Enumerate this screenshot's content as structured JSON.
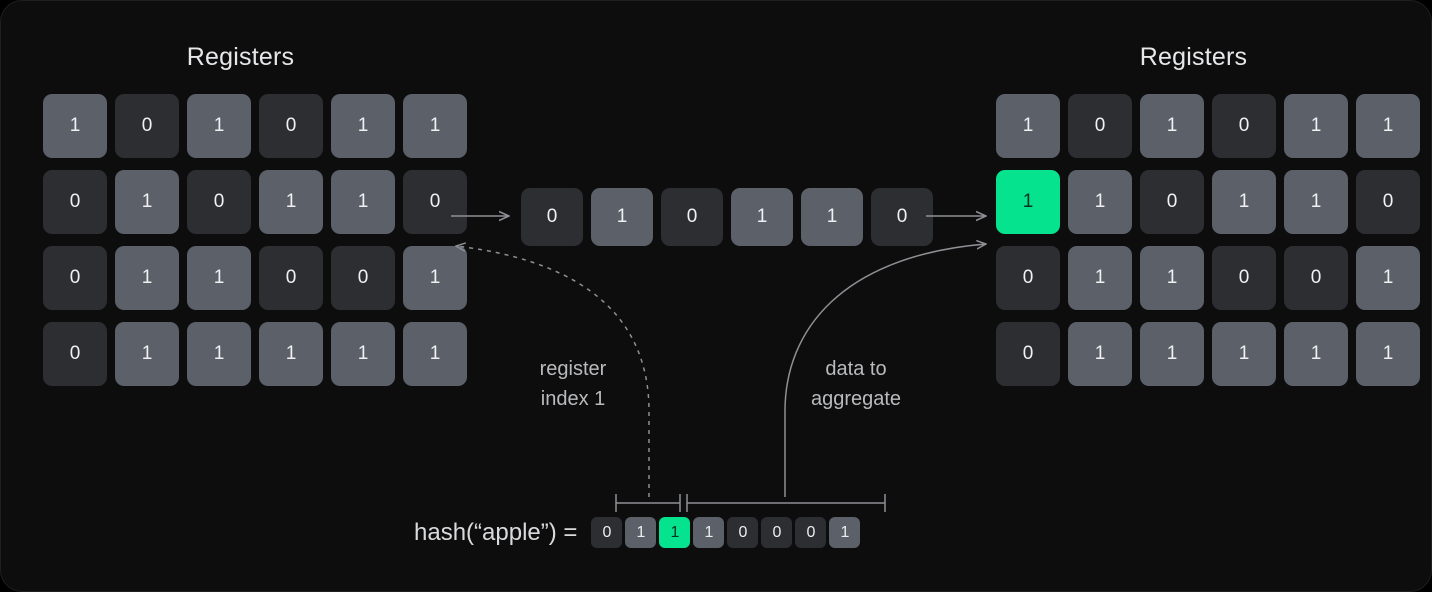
{
  "panels": {
    "left": {
      "title": "Registers"
    },
    "right": {
      "title": "Registers"
    }
  },
  "colors": {
    "background": "#0d0d0e",
    "cell_on": "#5b6069",
    "cell_off": "#2c2e32",
    "highlight": "#05e38f",
    "highlight_text": "#07321f",
    "text": "#f0f1f2",
    "annotation_text": "#b9babd",
    "stroke": "#8e9094"
  },
  "registers_before": {
    "rows": [
      {
        "bits": [
          "1",
          "0",
          "1",
          "0",
          "1",
          "1"
        ]
      },
      {
        "bits": [
          "0",
          "1",
          "0",
          "1",
          "1",
          "0"
        ]
      },
      {
        "bits": [
          "0",
          "1",
          "1",
          "0",
          "0",
          "1"
        ]
      },
      {
        "bits": [
          "0",
          "1",
          "1",
          "1",
          "1",
          "1"
        ]
      }
    ]
  },
  "registers_after": {
    "rows": [
      {
        "bits": [
          "1",
          "0",
          "1",
          "0",
          "1",
          "1"
        ],
        "highlight_index": -1
      },
      {
        "bits": [
          "1",
          "1",
          "0",
          "1",
          "1",
          "0"
        ],
        "highlight_index": 0
      },
      {
        "bits": [
          "0",
          "1",
          "1",
          "0",
          "0",
          "1"
        ],
        "highlight_index": -1
      },
      {
        "bits": [
          "0",
          "1",
          "1",
          "1",
          "1",
          "1"
        ],
        "highlight_index": -1
      }
    ]
  },
  "selected_register": {
    "bits": [
      "0",
      "1",
      "0",
      "1",
      "1",
      "0"
    ]
  },
  "hash": {
    "label": "hash(“apple”) =",
    "bits": [
      "0",
      "1",
      "1",
      "1",
      "0",
      "0",
      "0",
      "1"
    ],
    "highlight_index": 2,
    "index_segment": {
      "from": 0,
      "to": 1
    },
    "data_segment": {
      "from": 2,
      "to": 7
    }
  },
  "annotations": {
    "register_index": "register\nindex 1",
    "data_to_aggregate": "data to\naggregate"
  },
  "arrows": {
    "read_register": "arrow-right",
    "write_register": "arrow-right",
    "index_link": "dashed-curve-arrow-left",
    "data_link": "solid-curve-arrow-right"
  }
}
